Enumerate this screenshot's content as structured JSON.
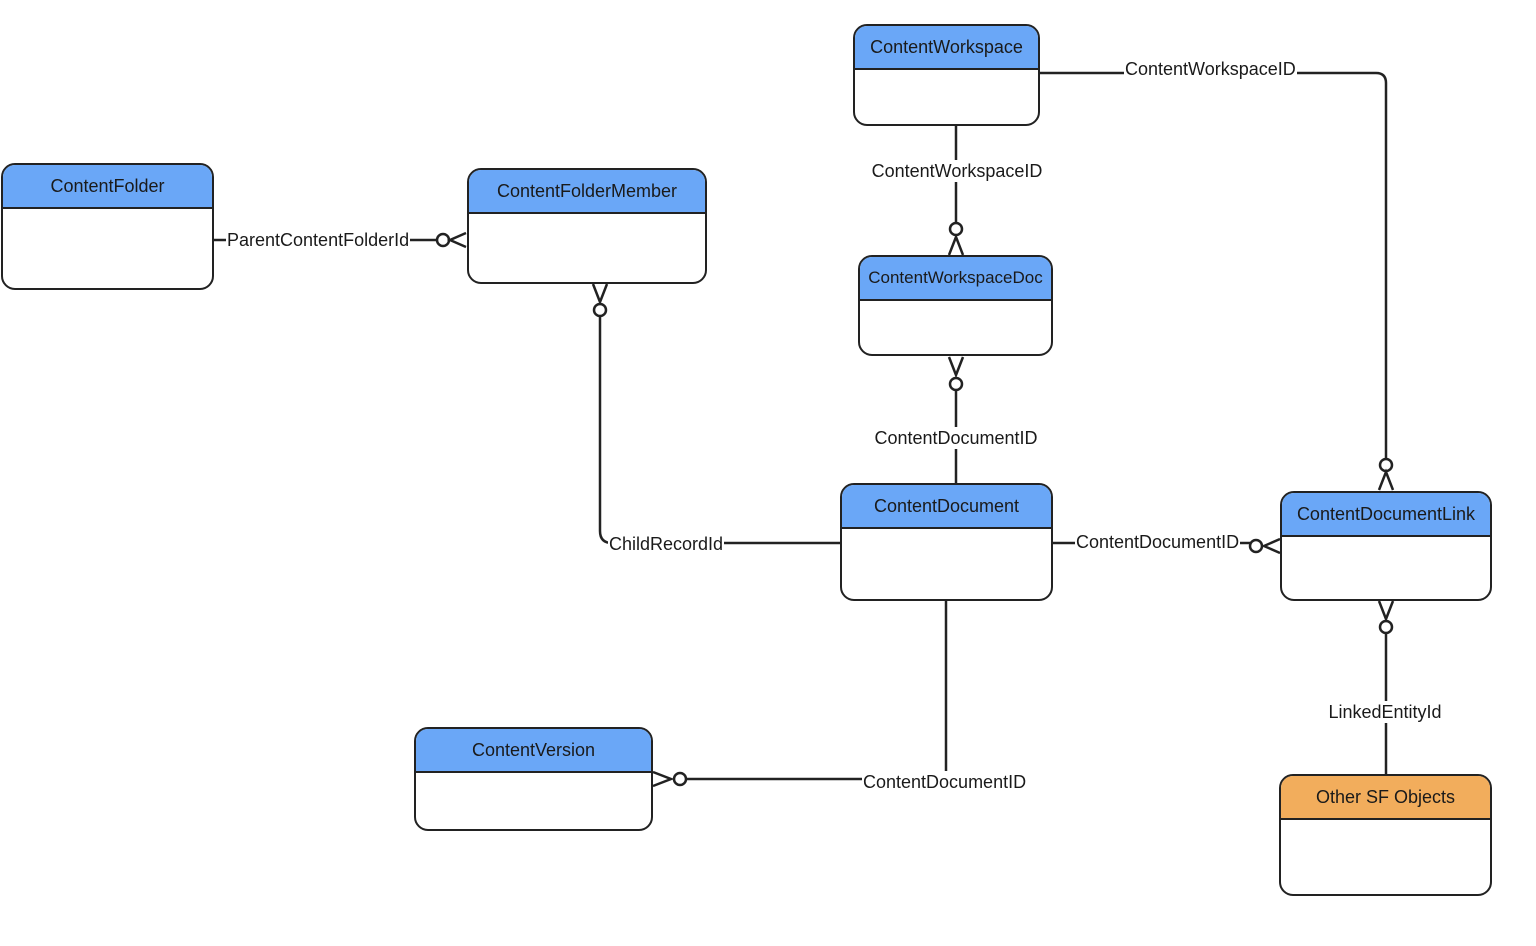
{
  "colors": {
    "header_default": "#6aa7f7",
    "header_external": "#f2ad5c",
    "line": "#222222"
  },
  "entities": {
    "content_folder": {
      "name": "ContentFolder"
    },
    "content_folder_member": {
      "name": "ContentFolderMember"
    },
    "content_workspace": {
      "name": "ContentWorkspace"
    },
    "content_workspace_doc": {
      "name": "ContentWorkspaceDoc"
    },
    "content_document": {
      "name": "ContentDocument"
    },
    "content_document_link": {
      "name": "ContentDocumentLink"
    },
    "content_version": {
      "name": "ContentVersion"
    },
    "other_sf_objects": {
      "name": "Other SF Objects"
    }
  },
  "relationships": {
    "folder_to_member": {
      "label": "ParentContentFolderId",
      "from": "ContentFolder",
      "to": "ContentFolderMember",
      "cardinality": "one-to-zero-or-many"
    },
    "workspace_to_link": {
      "label": "ContentWorkspaceID",
      "from": "ContentWorkspace",
      "to": "ContentDocumentLink",
      "cardinality": "one-to-zero-or-many"
    },
    "workspace_to_doc": {
      "label": "ContentWorkspaceID",
      "from": "ContentWorkspace",
      "to": "ContentWorkspaceDoc",
      "cardinality": "one-to-zero-or-many"
    },
    "document_to_workspace_doc": {
      "label": "ContentDocumentID",
      "from": "ContentDocument",
      "to": "ContentWorkspaceDoc",
      "cardinality": "one-to-zero-or-many"
    },
    "document_to_member": {
      "label": "ChildRecordId",
      "from": "ContentDocument",
      "to": "ContentFolderMember",
      "cardinality": "one-to-zero-or-many"
    },
    "document_to_link": {
      "label": "ContentDocumentID",
      "from": "ContentDocument",
      "to": "ContentDocumentLink",
      "cardinality": "one-to-zero-or-many"
    },
    "document_to_version": {
      "label": "ContentDocumentID",
      "from": "ContentDocument",
      "to": "ContentVersion",
      "cardinality": "one-to-zero-or-many"
    },
    "other_to_link": {
      "label": "LinkedEntityId",
      "from": "Other SF Objects",
      "to": "ContentDocumentLink",
      "cardinality": "one-to-zero-or-many"
    }
  }
}
